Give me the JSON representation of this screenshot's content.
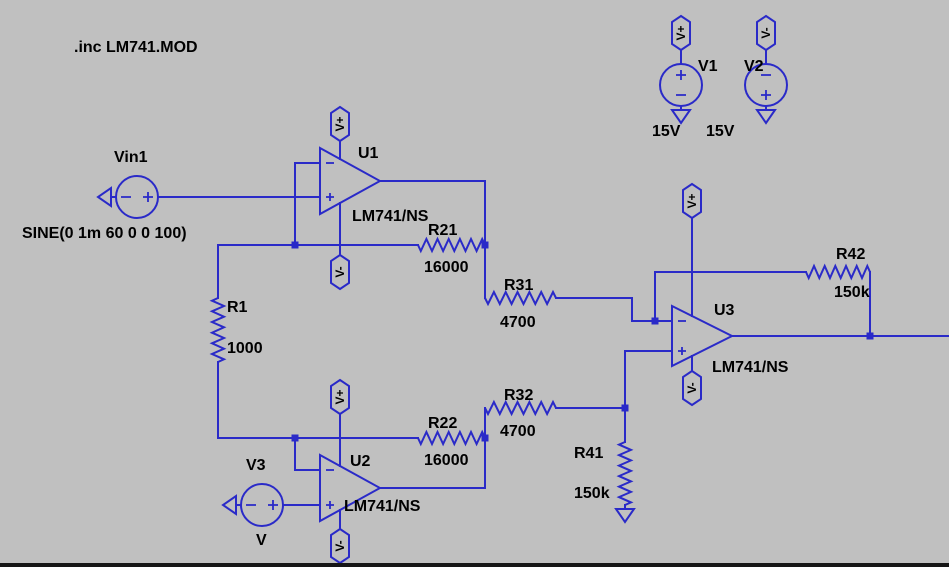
{
  "directive": ".inc LM741.MOD",
  "flags": {
    "vplus": "V+",
    "vminus": "V-"
  },
  "components": {
    "vin1": {
      "label": "Vin1",
      "value": "SINE(0 1m 60 0 0 100)"
    },
    "v3": {
      "label": "V3",
      "value": "V"
    },
    "v1": {
      "label": "V1",
      "value": "15V"
    },
    "v2": {
      "label": "V2",
      "value": "15V"
    },
    "u1": {
      "label": "U1",
      "value": "LM741/NS"
    },
    "u2": {
      "label": "U2",
      "value": "LM741/NS"
    },
    "u3": {
      "label": "U3",
      "value": "LM741/NS"
    },
    "r1": {
      "label": "R1",
      "value": "1000"
    },
    "r21": {
      "label": "R21",
      "value": "16000"
    },
    "r22": {
      "label": "R22",
      "value": "16000"
    },
    "r31": {
      "label": "R31",
      "value": "4700"
    },
    "r32": {
      "label": "R32",
      "value": "4700"
    },
    "r41": {
      "label": "R41",
      "value": "150k"
    },
    "r42": {
      "label": "R42",
      "value": "150k"
    }
  },
  "colors": {
    "background": "#c0c0c0",
    "wire": "#2a2ac8",
    "text": "#000000"
  }
}
